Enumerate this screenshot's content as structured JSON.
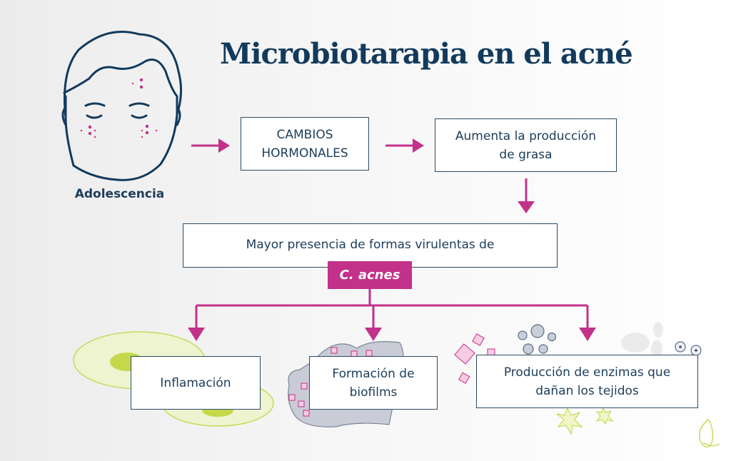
{
  "title": "Microbiotarapia en el acné",
  "face_label": "Adolescencia",
  "boxes": {
    "hormonal": "CAMBIOS HORMONALES",
    "grasa": "Aumenta la producción de grasa",
    "presencia": "Mayor presencia de formas virulentas de",
    "c_acnes": "C. acnes",
    "inflamacion": "Inflamación",
    "biofilms": "Formación de biofilms",
    "enzimas": "Producción de enzimas que dañan los tejidos"
  },
  "colors": {
    "navy": "#123a5c",
    "accent": "#c2318a",
    "lime": "#c8da5a"
  }
}
